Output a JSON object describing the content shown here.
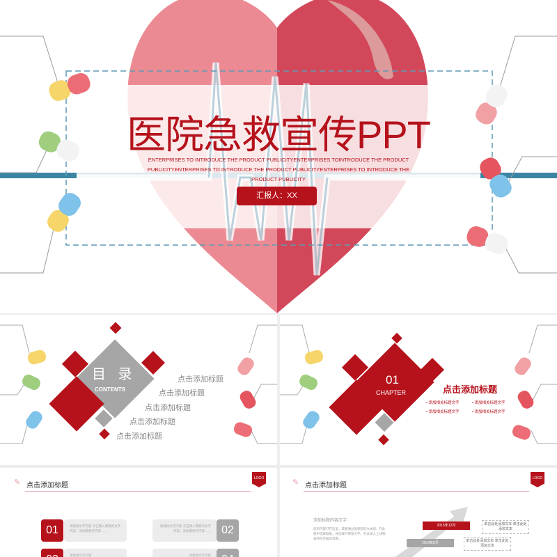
{
  "cover": {
    "title": "医院急救宣传PPT",
    "subtitle": "ENTERPRISES TO INTRODUCE THE PRODUCT PUBLICITYENTERPRISES TOINTRODUCE THE PRODUCT PUBLICITYENTERPRISES TO INTRODUCE THE PRODUCT PUBLICITYENTERPRISES TO INTRODUCE THE PRODUCT PUBLICITY",
    "reporter": "汇报人：XX"
  },
  "contents": {
    "title": "目 录",
    "subtitle": "CONTENTS",
    "items": [
      "点击添加标题",
      "点击添加标题",
      "点击添加标题",
      "点击添加标题",
      "点击添加标题"
    ]
  },
  "chapter": {
    "number": "01",
    "label": "CHAPTER",
    "title": "点击添加标题",
    "bullets": [
      "添加相关标题文字",
      "添加相关标题文字",
      "添加相关标题文字",
      "添加相关标题文字"
    ]
  },
  "slide4": {
    "header": "点击添加标题",
    "logo": "LOGO",
    "cards": [
      {
        "num": "01",
        "text": "请替换文字内容 点击输入需要的文字内容，添加需要的内容……"
      },
      {
        "num": "02",
        "text": "请替换文字内容 点击输入需要的文字内容，添加需要的内容……"
      },
      {
        "num": "03",
        "text": "请替换文字内容"
      },
      {
        "num": "04",
        "text": "请替换文字内容"
      }
    ]
  },
  "slide5": {
    "header": "点击添加标题",
    "logo": "LOGO",
    "heading": "添加标题内容文字",
    "body": "您的内容打在这里，或者通过复制您的文本后，在此框中选择粘贴，并选择只保留文字。在此录入上述图表的综合描述说明。",
    "tags": [
      "2015年12月",
      "2014年8月"
    ],
    "boxes": [
      "单击此处添加文本 单击此处添加文本",
      "单击此处添加文本 单击此处添加文本"
    ]
  },
  "colors": {
    "primary": "#b5121b",
    "heart_left": "#ec8a93",
    "heart_right": "#d2485a",
    "pulse": "#3b84a3",
    "gray": "#a6a6a6"
  }
}
